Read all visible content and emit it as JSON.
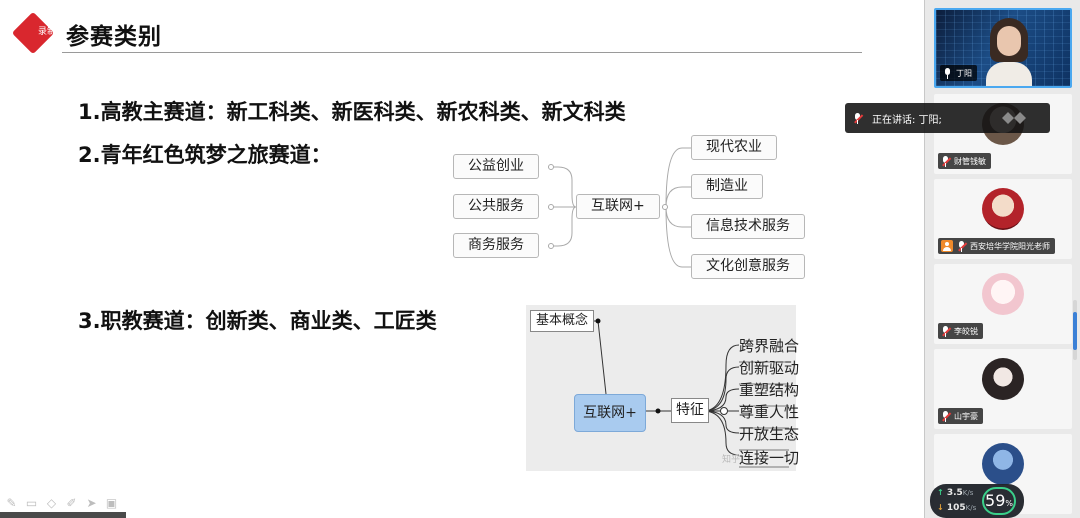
{
  "slide": {
    "logo_text": "录制中",
    "title": "参赛类别",
    "line1": "1.高教主赛道：新工科类、新医科类、新农科类、新文科类",
    "line2": "2.青年红色筑梦之旅赛道：",
    "line3": "3.职教赛道：创新类、商业类、工匠类",
    "mindmap1": {
      "center": "互联网+",
      "left": [
        "公益创业",
        "公共服务",
        "商务服务"
      ],
      "right": [
        "现代农业",
        "制造业",
        "信息技术服务",
        "文化创意服务"
      ]
    },
    "mindmap2": {
      "concept": "基本概念",
      "center": "互联网+",
      "feature": "特征",
      "leaves": [
        "跨界融合",
        "创新驱动",
        "重塑结构",
        "尊重人性",
        "开放生态",
        "连接一切"
      ],
      "watermark": "知乎"
    }
  },
  "toolbar": {
    "icons": [
      "pen-icon",
      "page-icon",
      "eraser-icon",
      "highlighter-icon",
      "pointer-icon",
      "screen-icon"
    ]
  },
  "panel": {
    "speaking_label": "正在讲话: 丁阳;",
    "participants": [
      {
        "name": "丁阳"
      },
      {
        "name": "财管钱敏"
      },
      {
        "name": "西安培华学院阳光老师"
      },
      {
        "name": "李皎锐"
      },
      {
        "name": "山宇豪"
      }
    ],
    "network": {
      "upload": "3.5",
      "download": "105",
      "unit": "K/s",
      "percent": "59",
      "percent_sign": "%"
    }
  }
}
